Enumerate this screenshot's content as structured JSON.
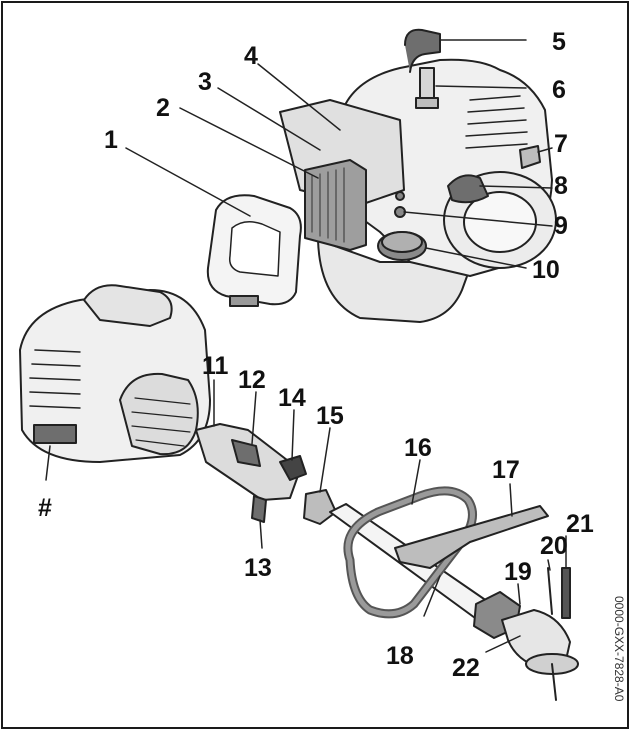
{
  "figure": {
    "document_code": "0000-GXX-7828-A0",
    "callouts": [
      "1",
      "2",
      "3",
      "4",
      "5",
      "6",
      "7",
      "8",
      "9",
      "10",
      "11",
      "12",
      "13",
      "14",
      "15",
      "16",
      "17",
      "18",
      "19",
      "20",
      "21",
      "22",
      "#"
    ]
  },
  "colors": {
    "line": "#222222",
    "fill_light": "#f0f0f0",
    "fill_mid": "#bdbdbd",
    "fill_dark": "#6e6e6e",
    "frame": "#1a1a1a"
  }
}
